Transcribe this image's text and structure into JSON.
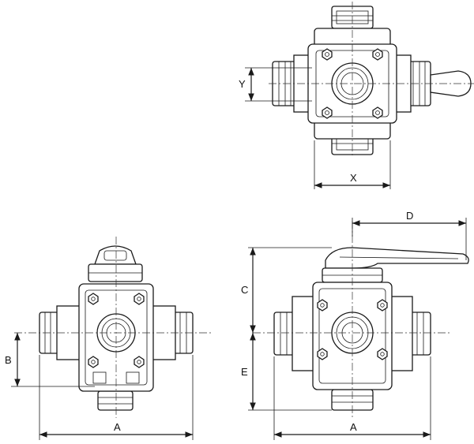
{
  "dimension_labels": {
    "top_x": "X",
    "top_y": "Y",
    "left_a": "A",
    "left_b": "B",
    "right_a": "A",
    "right_c": "C",
    "right_d": "D",
    "right_e": "E"
  },
  "colors": {
    "line": "#1a1a1a",
    "background": "#ffffff"
  }
}
